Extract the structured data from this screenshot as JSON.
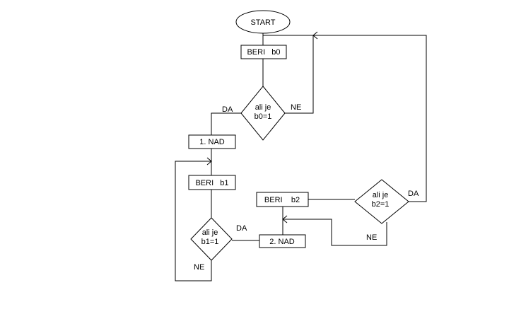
{
  "nodes": {
    "start": "START",
    "read_b0": "BERI   b0",
    "decision_b0": [
      "ali je",
      "b0=1"
    ],
    "up1": "1. NAD",
    "read_b1": "BERI   b1",
    "decision_b1": [
      "ali je",
      "b1=1"
    ],
    "up2": "2. NAD",
    "read_b2": "BERI    b2",
    "decision_b2": [
      "ali je",
      "b2=1"
    ]
  },
  "edge_labels": {
    "b0_yes": "DA",
    "b0_no": "NE",
    "b1_yes": "DA",
    "b1_no": "NE",
    "b2_yes": "DA",
    "b2_no": "NE"
  }
}
